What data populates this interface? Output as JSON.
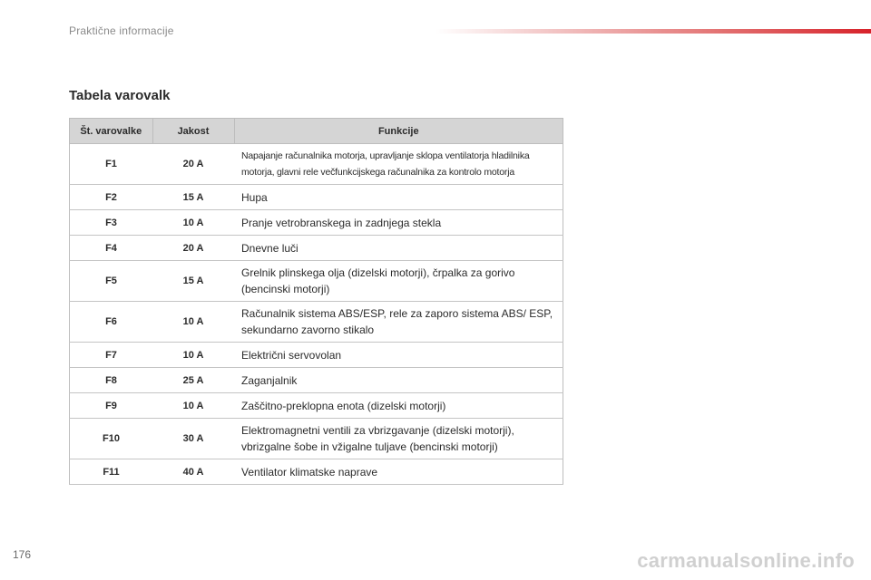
{
  "header": {
    "title": "Praktične informacije"
  },
  "section": {
    "title": "Tabela varovalk"
  },
  "table": {
    "columns": [
      "Št. varovalke",
      "Jakost",
      "Funkcije"
    ],
    "rows": [
      {
        "fuse": "F1",
        "amp": "20 A",
        "function": "Napajanje računalnika motorja, upravljanje sklopa ventilatorja hladilnika motorja, glavni rele večfunkcijskega računalnika za kontrolo motorja"
      },
      {
        "fuse": "F2",
        "amp": "15 A",
        "function": "Hupa"
      },
      {
        "fuse": "F3",
        "amp": "10 A",
        "function": "Pranje vetrobranskega in zadnjega stekla"
      },
      {
        "fuse": "F4",
        "amp": "20 A",
        "function": "Dnevne luči"
      },
      {
        "fuse": "F5",
        "amp": "15 A",
        "function": "Grelnik plinskega olja (dizelski motorji), črpalka za gorivo (bencinski motorji)"
      },
      {
        "fuse": "F6",
        "amp": "10 A",
        "function": "Računalnik sistema ABS/ESP, rele za zaporo sistema ABS/ ESP, sekundarno zavorno stikalo"
      },
      {
        "fuse": "F7",
        "amp": "10 A",
        "function": "Električni servovolan"
      },
      {
        "fuse": "F8",
        "amp": "25 A",
        "function": "Zaganjalnik"
      },
      {
        "fuse": "F9",
        "amp": "10 A",
        "function": "Zaščitno-preklopna enota (dizelski motorji)"
      },
      {
        "fuse": "F10",
        "amp": "30 A",
        "function": "Elektromagnetni ventili za vbrizgavanje (dizelski motorji), vbrizgalne šobe in vžigalne tuljave (bencinski motorji)"
      },
      {
        "fuse": "F11",
        "amp": "40 A",
        "function": "Ventilator klimatske naprave"
      }
    ]
  },
  "footer": {
    "page_number": "176",
    "watermark": "carmanualsonline.info"
  },
  "colors": {
    "accent": "#d7222a",
    "table_header_bg": "#d5d5d5"
  }
}
